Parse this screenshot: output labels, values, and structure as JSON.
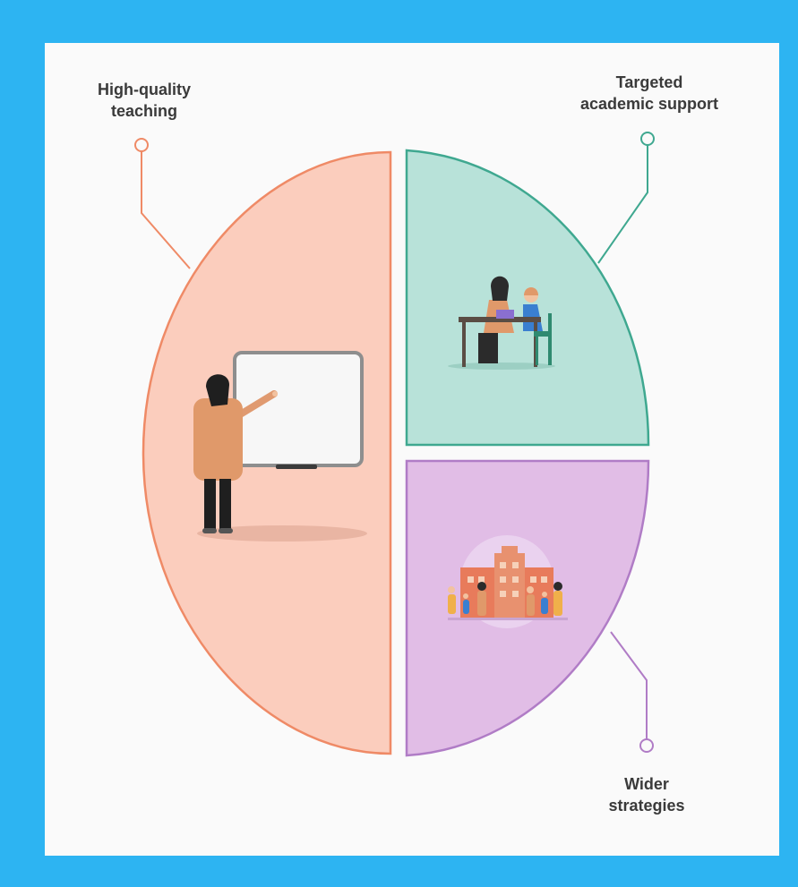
{
  "segments": [
    {
      "id": "teaching",
      "lines": [
        "High-quality",
        "teaching"
      ],
      "fill": "#fbcdbd",
      "stroke": "#ef8a66"
    },
    {
      "id": "academic",
      "lines": [
        "Targeted",
        "academic support"
      ],
      "fill": "#b8e2d9",
      "stroke": "#3fa890"
    },
    {
      "id": "wider",
      "lines": [
        "Wider",
        "strategies"
      ],
      "fill": "#e1bde6",
      "stroke": "#b07cc6"
    }
  ],
  "colors": {
    "border": "#2db4f2",
    "background": "#fafafa",
    "text": "#3a3a3a"
  },
  "icons": {
    "teaching": "teacher-whiteboard-illustration",
    "academic": "tutor-student-desk-illustration",
    "wider": "school-community-illustration"
  }
}
